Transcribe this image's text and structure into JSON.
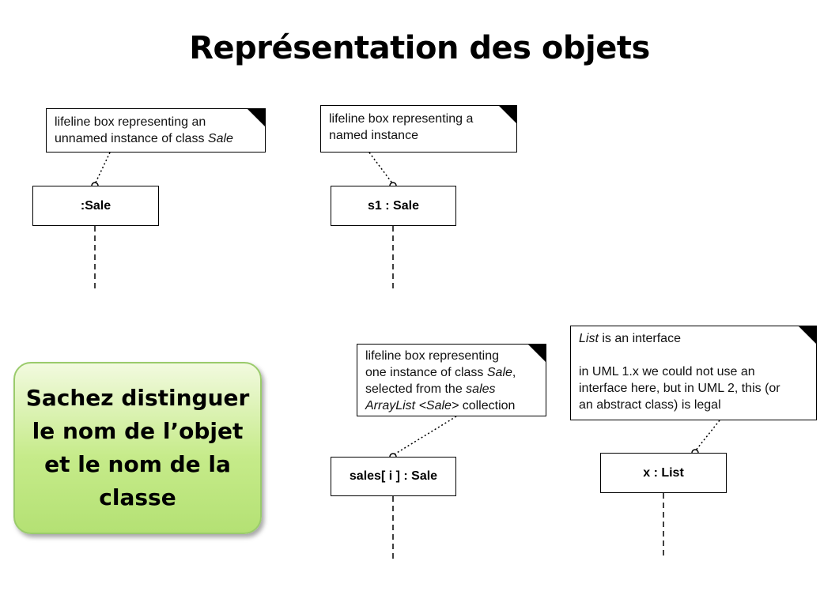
{
  "title": "Représentation des objets",
  "callout": {
    "lines": [
      "Sachez distinguer",
      "le nom de l’objet",
      "et le nom de la",
      "classe"
    ],
    "colors": {
      "fill": "#c6eb8a",
      "border": "#9acb6b"
    }
  },
  "diagram": {
    "nodes": [
      {
        "id": "unnamed-sale",
        "label": ":Sale"
      },
      {
        "id": "named-sale",
        "label": "s1 : Sale"
      },
      {
        "id": "sales-item",
        "label": "sales[ i ] : Sale"
      },
      {
        "id": "list-x",
        "label": "x : List"
      }
    ],
    "notes": [
      {
        "id": "note-unnamed",
        "attached_to": "unnamed-sale",
        "lines": [
          {
            "text": "lifeline box representing an"
          },
          {
            "text": "unnamed instance of class ",
            "italic": "Sale"
          }
        ]
      },
      {
        "id": "note-named",
        "attached_to": "named-sale",
        "lines": [
          {
            "text": "lifeline box representing a"
          },
          {
            "text": "named instance"
          }
        ]
      },
      {
        "id": "note-sales-item",
        "attached_to": "sales-item",
        "lines": [
          {
            "text": "lifeline box representing"
          },
          {
            "text": "one instance of class ",
            "italic": "Sale",
            "after": ","
          },
          {
            "text": "selected from the ",
            "italic": "sales"
          },
          {
            "italic_lead": "ArrayList <Sale>",
            "text": " collection"
          }
        ]
      },
      {
        "id": "note-list",
        "attached_to": "list-x",
        "lines": [
          {
            "italic_lead": "List",
            "text": " is an interface"
          },
          {
            "text": ""
          },
          {
            "text": "in UML 1.x we could not use an"
          },
          {
            "text": "interface here, but in UML 2, this (or"
          },
          {
            "text": "an abstract class) is legal"
          }
        ]
      }
    ]
  }
}
